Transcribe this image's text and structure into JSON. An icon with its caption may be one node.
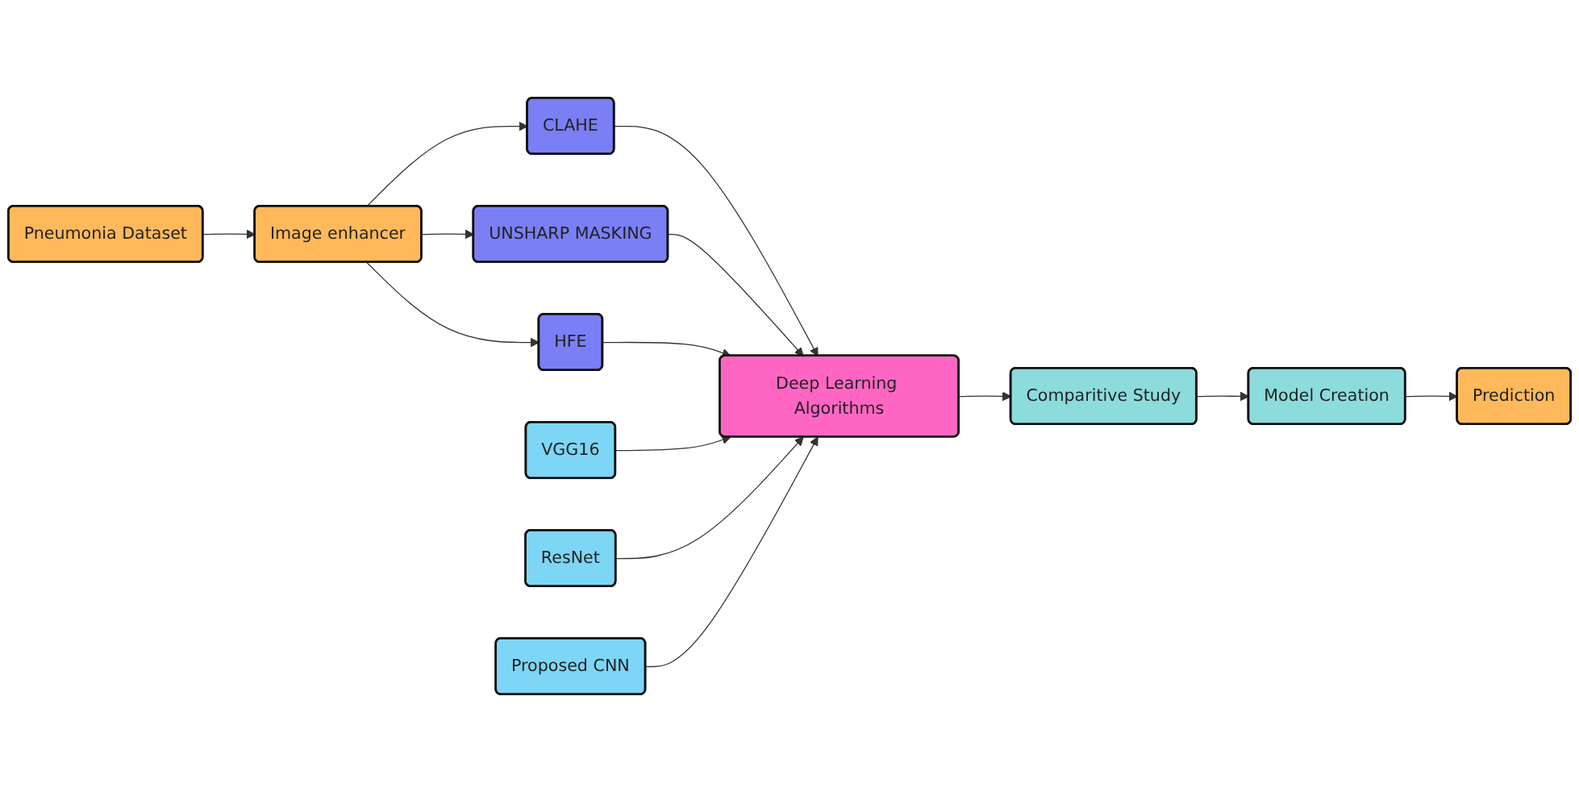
{
  "diagram": {
    "nodes": [
      {
        "text": [
          "Pneumonia Dataset"
        ]
      },
      {
        "text": [
          "Image enhancer"
        ]
      },
      {
        "text": [
          "CLAHE"
        ]
      },
      {
        "text": [
          "UNSHARP MASKING"
        ]
      },
      {
        "text": [
          "HFE"
        ]
      },
      {
        "text": [
          "Deep Learning Algorithms"
        ]
      },
      {
        "text": [
          "VGG16"
        ]
      },
      {
        "text": [
          "ResNet"
        ]
      },
      {
        "text": [
          "Proposed CNN"
        ]
      },
      {
        "text": [
          "Comparitive Study"
        ]
      },
      {
        "text": [
          "Model Creation"
        ]
      },
      {
        "text": [
          "Prediction"
        ]
      }
    ],
    "edges": [
      {
        "from": 0,
        "to": 1,
        "arrow": "to"
      },
      {
        "from": 1,
        "to": 2,
        "arrow": "to"
      },
      {
        "from": 1,
        "to": 3,
        "arrow": "to"
      },
      {
        "from": 1,
        "to": 4,
        "arrow": "to"
      },
      {
        "from": 2,
        "to": 5,
        "arrow": "to"
      },
      {
        "from": 3,
        "to": 5,
        "arrow": "to"
      },
      {
        "from": 4,
        "to": 5,
        "arrow": "to"
      },
      {
        "from": 6,
        "to": 5,
        "arrow": "to"
      },
      {
        "from": 7,
        "to": 5,
        "arrow": "to"
      },
      {
        "from": 8,
        "to": 5,
        "arrow": "to"
      },
      {
        "from": 5,
        "to": 9,
        "arrow": "to"
      },
      {
        "from": 9,
        "to": 10,
        "arrow": "to"
      },
      {
        "from": 10,
        "to": 11,
        "arrow": "to"
      }
    ]
  }
}
